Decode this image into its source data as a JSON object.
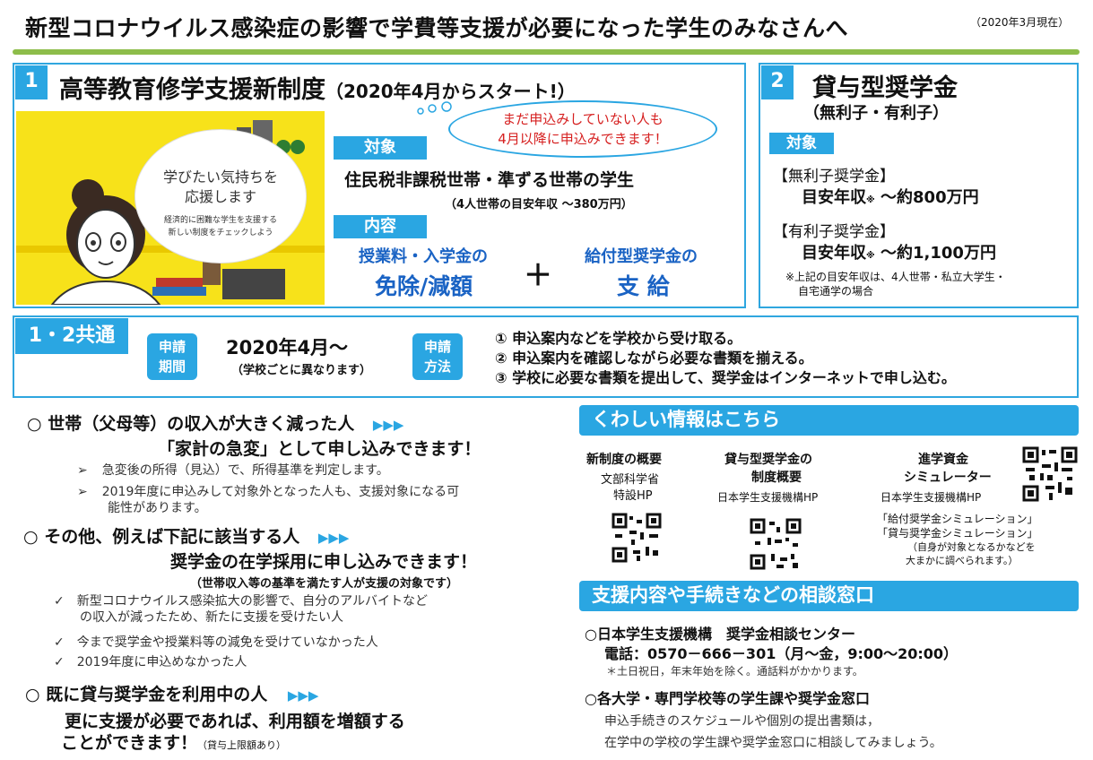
{
  "header": {
    "title": "新型コロナウイルス感染症の影響で学費等支援が必要になった学生のみなさんへ",
    "date": "（2020年3月現在）"
  },
  "section1": {
    "num": "1",
    "title": "高等教育修学支援新制度",
    "subtitle": "（2020年4月からスタート!）",
    "bubble_line1": "まだ申込みしていない人も",
    "bubble_line2": "4月以降に申込みできます！",
    "illust_line1": "学びたい気持ちを",
    "illust_line2": "応援します",
    "illust_small1": "経済的に困難な学生を支援する",
    "illust_small2": "新しい制度をチェックしよう",
    "target_label": "対象",
    "target_text": "住民税非課税世帯・準ずる世帯の学生",
    "target_note": "（4人世帯の目安年収 ～380万円）",
    "content_label": "内容",
    "content_a_line1": "授業料・入学金の",
    "content_a_line2": "免除/減額",
    "plus": "＋",
    "content_b_line1": "給付型奨学金の",
    "content_b_line2": "支 給"
  },
  "section2": {
    "num": "2",
    "title": "貸与型奨学金",
    "subtitle": "（無利子・有利子）",
    "target_label": "対象",
    "muri_label": "【無利子奨学金】",
    "muri_text": "目安年収",
    "muri_mark": "※",
    "muri_value": "～約800万円",
    "yuri_label": "【有利子奨学金】",
    "yuri_text": "目安年収",
    "yuri_mark": "※",
    "yuri_value": "～約1,100万円",
    "note_line1": "※上記の目安年収は、4人世帯・私立大学生・",
    "note_line2": "自宅通学の場合"
  },
  "common": {
    "label": "1・2共通",
    "period_tag1": "申請",
    "period_tag2": "期間",
    "period_value": "2020年4月～",
    "period_note": "（学校ごとに異なります）",
    "method_tag1": "申請",
    "method_tag2": "方法",
    "step1": "① 申込案内などを学校から受け取る。",
    "step2": "② 申込案内を確認しながら必要な書類を揃える。",
    "step3": "③ 学校に必要な書類を提出して、奨学金はインターネットで申し込む。"
  },
  "left": {
    "h1": "○ 世帯（父母等）の収入が大きく減った人",
    "arrows": "▶▶▶",
    "h1_sub": "「家計の急変」として申し込みできます！",
    "b1_1": "急変後の所得（見込）で、所得基準を判定します。",
    "b1_2a": "2019年度に申込みして対象外となった人も、支援対象になる可",
    "b1_2b": "能性があります。",
    "h2": "○ その他、例えば下記に該当する人",
    "h2_sub": "奨学金の在学採用に申し込みできます！",
    "h2_note": "（世帯収入等の基準を満たす人が支援の対象です）",
    "c1a": "新型コロナウイルス感染拡大の影響で、自分のアルバイトなど",
    "c1b": "の収入が減ったため、新たに支援を受けたい人",
    "c2": "今まで奨学金や授業料等の減免を受けていなかった人",
    "c3": "2019年度に申込めなかった人",
    "h3": "○ 既に貸与奨学金を利用中の人",
    "h3_sub1": "更に支援が必要であれば、利用額を増額する",
    "h3_sub2": "ことができます！",
    "h3_note": "（貸与上限額あり）"
  },
  "info": {
    "bar": "くわしい情報はこちら",
    "col1_t": "新制度の概要",
    "col1_s1": "文部科学省",
    "col1_s2": "特設HP",
    "col2_t1": "貸与型奨学金の",
    "col2_t2": "制度概要",
    "col2_s": "日本学生支援機構HP",
    "col3_t1": "進学資金",
    "col3_t2": "シミュレーター",
    "col3_s": "日本学生支援機構HP",
    "col3_n1": "「給付奨学金シミュレーション」",
    "col3_n2": "「貸与奨学金シミュレーション」",
    "col3_n3": "（自身が対象となるかなどを",
    "col3_n4": "大まかに調べられます。）"
  },
  "consult": {
    "bar": "支援内容や手続きなどの相談窓口",
    "o1": "○日本学生支援機構　奨学金相談センター",
    "tel": "電話：0570－666－301（月～金，9:00～20:00）",
    "tel_note": "＊土日祝日，年末年始を除く。通話料がかかります。",
    "o2": "○各大学・専門学校等の学生課や奨学金窓口",
    "o2_l1": "申込手続きのスケジュールや個別の提出書類は，",
    "o2_l2": "在学中の学校の学生課や奨学金窓口に相談してみましょう。"
  },
  "colors": {
    "accent": "#2aa6e2",
    "blue_text": "#1a63c4",
    "green_line": "#8dbd4a",
    "illust_yellow": "#f7e21a"
  }
}
